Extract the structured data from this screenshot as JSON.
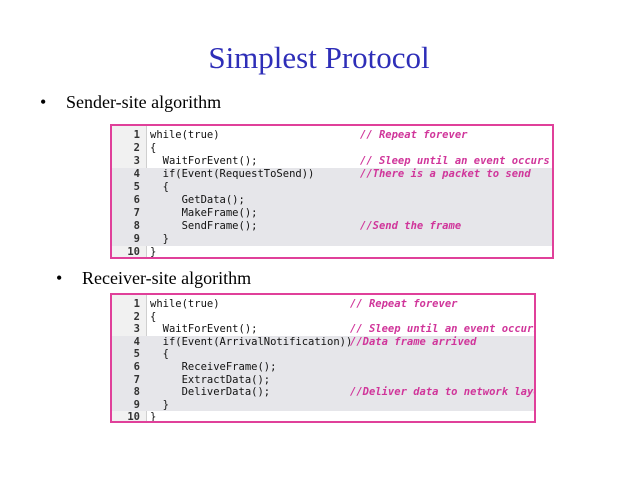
{
  "title": "Simplest Protocol",
  "bullets": [
    {
      "marker": "•",
      "text": "Sender-site algorithm"
    },
    {
      "marker": "•",
      "text": "Receiver-site algorithm"
    }
  ],
  "sender_code": [
    {
      "num": "1",
      "code": "while(true)",
      "comment": "// Repeat forever"
    },
    {
      "num": "2",
      "code": "{",
      "comment": ""
    },
    {
      "num": "3",
      "code": "  WaitForEvent();",
      "comment": "// Sleep until an event occurs"
    },
    {
      "num": "4",
      "code": "  if(Event(RequestToSend))",
      "comment": "//There is a packet to send"
    },
    {
      "num": "5",
      "code": "  {",
      "comment": ""
    },
    {
      "num": "6",
      "code": "     GetData();",
      "comment": ""
    },
    {
      "num": "7",
      "code": "     MakeFrame();",
      "comment": ""
    },
    {
      "num": "8",
      "code": "     SendFrame();",
      "comment": "//Send the frame"
    },
    {
      "num": "9",
      "code": "  }",
      "comment": ""
    },
    {
      "num": "10",
      "code": "}",
      "comment": ""
    }
  ],
  "receiver_code": [
    {
      "num": "1",
      "code": "while(true)",
      "comment": "// Repeat forever"
    },
    {
      "num": "2",
      "code": "{",
      "comment": ""
    },
    {
      "num": "3",
      "code": "  WaitForEvent();",
      "comment": "// Sleep until an event occurs"
    },
    {
      "num": "4",
      "code": "  if(Event(ArrivalNotification))",
      "comment": "//Data frame arrived"
    },
    {
      "num": "5",
      "code": "  {",
      "comment": ""
    },
    {
      "num": "6",
      "code": "     ReceiveFrame();",
      "comment": ""
    },
    {
      "num": "7",
      "code": "     ExtractData();",
      "comment": ""
    },
    {
      "num": "8",
      "code": "     DeliverData();",
      "comment": "//Deliver data to network layer"
    },
    {
      "num": "9",
      "code": "  }",
      "comment": ""
    },
    {
      "num": "10",
      "code": "}",
      "comment": ""
    }
  ],
  "colors": {
    "title": "#2e2eb8",
    "box_border": "#e0409a",
    "comment": "#d0359a",
    "highlight": "#e6e6ea"
  }
}
